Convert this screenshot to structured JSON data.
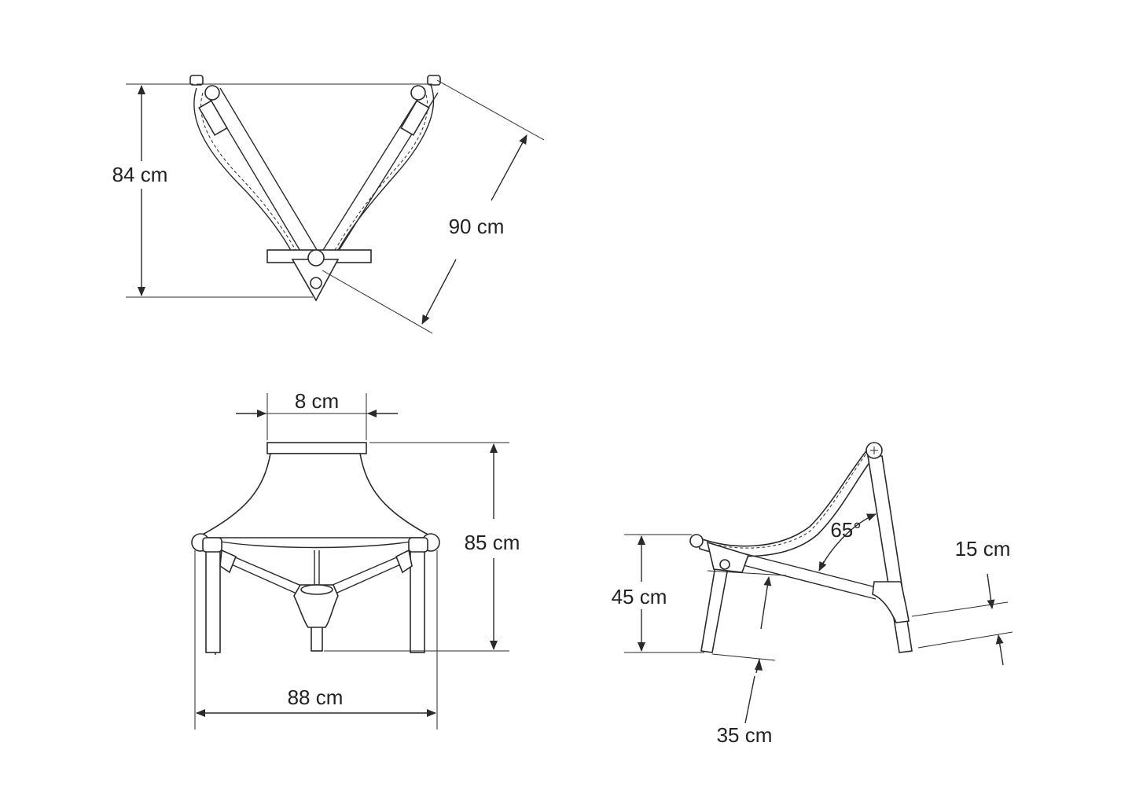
{
  "dimensions": {
    "top_view_height": "84 cm",
    "top_view_side": "90 cm",
    "front_view_width": "88 cm",
    "front_view_height": "85 cm",
    "front_view_headrest": "8 cm",
    "side_view_seat_height": "45 cm",
    "side_view_depth": "35 cm",
    "side_view_offset": "15 cm",
    "side_view_angle": "65°"
  },
  "colors": {
    "line": "#2a2a2a",
    "background": "#ffffff"
  }
}
